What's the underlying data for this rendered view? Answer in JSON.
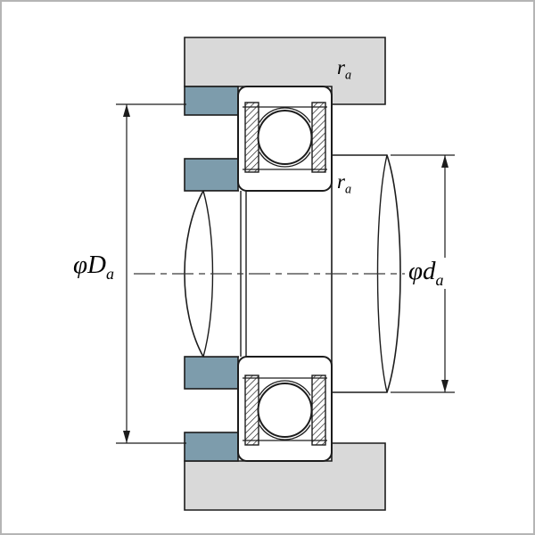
{
  "diagram": {
    "name": "Bearing mounting cross-section with shaft and housing abutment dimensions",
    "labels": {
      "fillet_housing": {
        "base": "r",
        "sub": "a"
      },
      "fillet_shaft": {
        "base": "r",
        "sub": "a"
      },
      "housing_abutment_dia": {
        "base": "φD",
        "sub": "a"
      },
      "shaft_abutment_dia": {
        "base": "φd",
        "sub": "a"
      }
    },
    "colors": {
      "housing_fill": "#d9d9d9",
      "shoulder_fill": "#7d9cac",
      "line": "#1c1c1c",
      "background": "#ffffff",
      "frame": "#b5b5b5"
    }
  }
}
